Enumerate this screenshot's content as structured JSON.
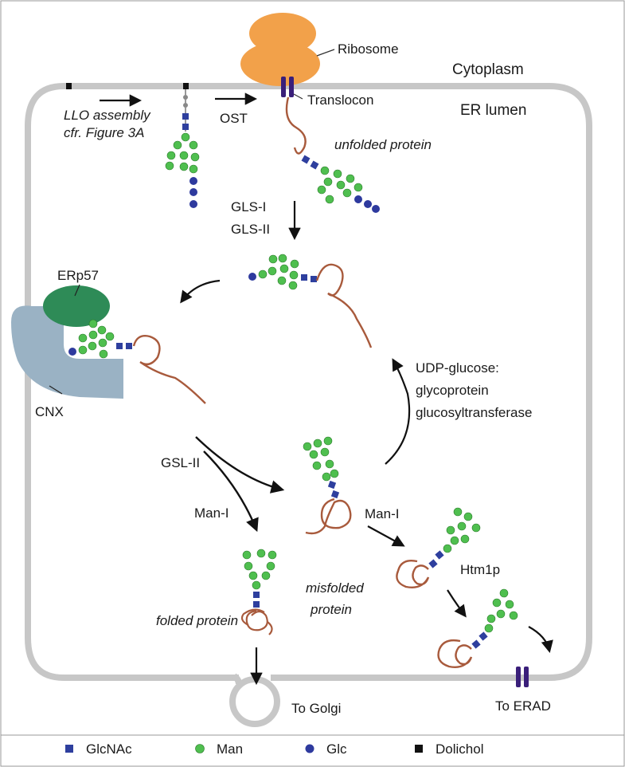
{
  "compartments": {
    "cytoplasm": "Cytoplasm",
    "er_lumen": "ER lumen"
  },
  "labels": {
    "ribosome": "Ribosome",
    "translocon": "Translocon",
    "llo_line1": "LLO assembly",
    "llo_line2": "cfr. Figure 3A",
    "ost": "OST",
    "unfolded_protein": "unfolded protein",
    "gls1": "GLS-I",
    "gls2": "GLS-II",
    "erp57": "ERp57",
    "cnx": "CNX",
    "ugt_line1": "UDP-glucose:",
    "ugt_line2": "glycoprotein",
    "ugt_line3": "glucosyltransferase",
    "gsl2": "GSL-II",
    "man1_left": "Man-I",
    "man1_right": "Man-I",
    "htm1p": "Htm1p",
    "misfolded_line1": "misfolded",
    "misfolded_line2": "protein",
    "folded_protein": "folded protein",
    "to_golgi": "To Golgi",
    "to_erad": "To ERAD"
  },
  "legend": [
    {
      "name": "GlcNAc",
      "symbol": "square",
      "color": "#2e3f9e"
    },
    {
      "name": "Man",
      "symbol": "circle",
      "color": "#4fbf4f"
    },
    {
      "name": "Glc",
      "symbol": "circle",
      "color": "#2e3a9e"
    },
    {
      "name": "Dolichol",
      "symbol": "square",
      "color": "#111111"
    }
  ],
  "colors": {
    "membrane": "#c7c7c7",
    "ribosome": "#f2a14a",
    "translocon": "#3a1f7a",
    "protein_chain": "#a85a3c",
    "calnexin": "#9ab2c4",
    "erp57": "#2e8b57",
    "glcnac": "#2e3f9e",
    "mannose": "#4fbf4f",
    "glucose": "#2e3a9e",
    "dolichol": "#111111"
  }
}
